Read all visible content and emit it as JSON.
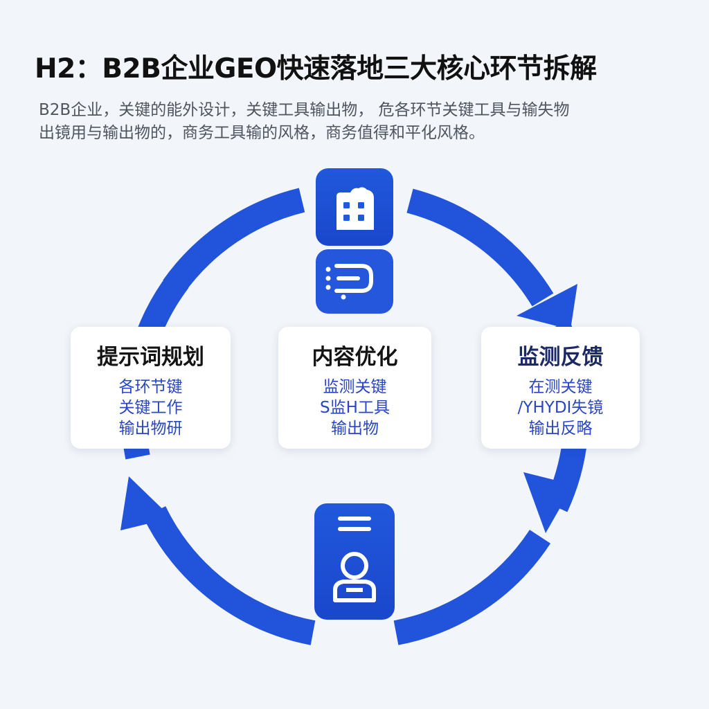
{
  "header": {
    "title": "H2：B2B企业GEO快速落地三大核心环节拆解",
    "description_lines": [
      "B2B企业，关键的能外设计，关键工具输出物，  危各环节关键工具与输失物",
      "出镜用与输出物的，商务工具输的风格，商务值得和平化风格。"
    ]
  },
  "stages": [
    {
      "title": "提示词规划",
      "lines": [
        "各环节键",
        "关键工作",
        "输出物研"
      ]
    },
    {
      "title": "内容优化",
      "lines": [
        "监测关键",
        "S监H工具",
        "输出物"
      ]
    },
    {
      "title": "监测反馈",
      "lines": [
        "在测关键",
        "/YHYDI失镜",
        "输出反略"
      ]
    }
  ],
  "icons": {
    "top_upper": "building-icon",
    "top_lower": "list-icon",
    "bottom": "user-profile-icon"
  },
  "colors": {
    "primary": "#2153db",
    "primary_dark": "#1c45c9",
    "card_text_accent": "#2a45c6",
    "background": "#f2f5f9"
  }
}
